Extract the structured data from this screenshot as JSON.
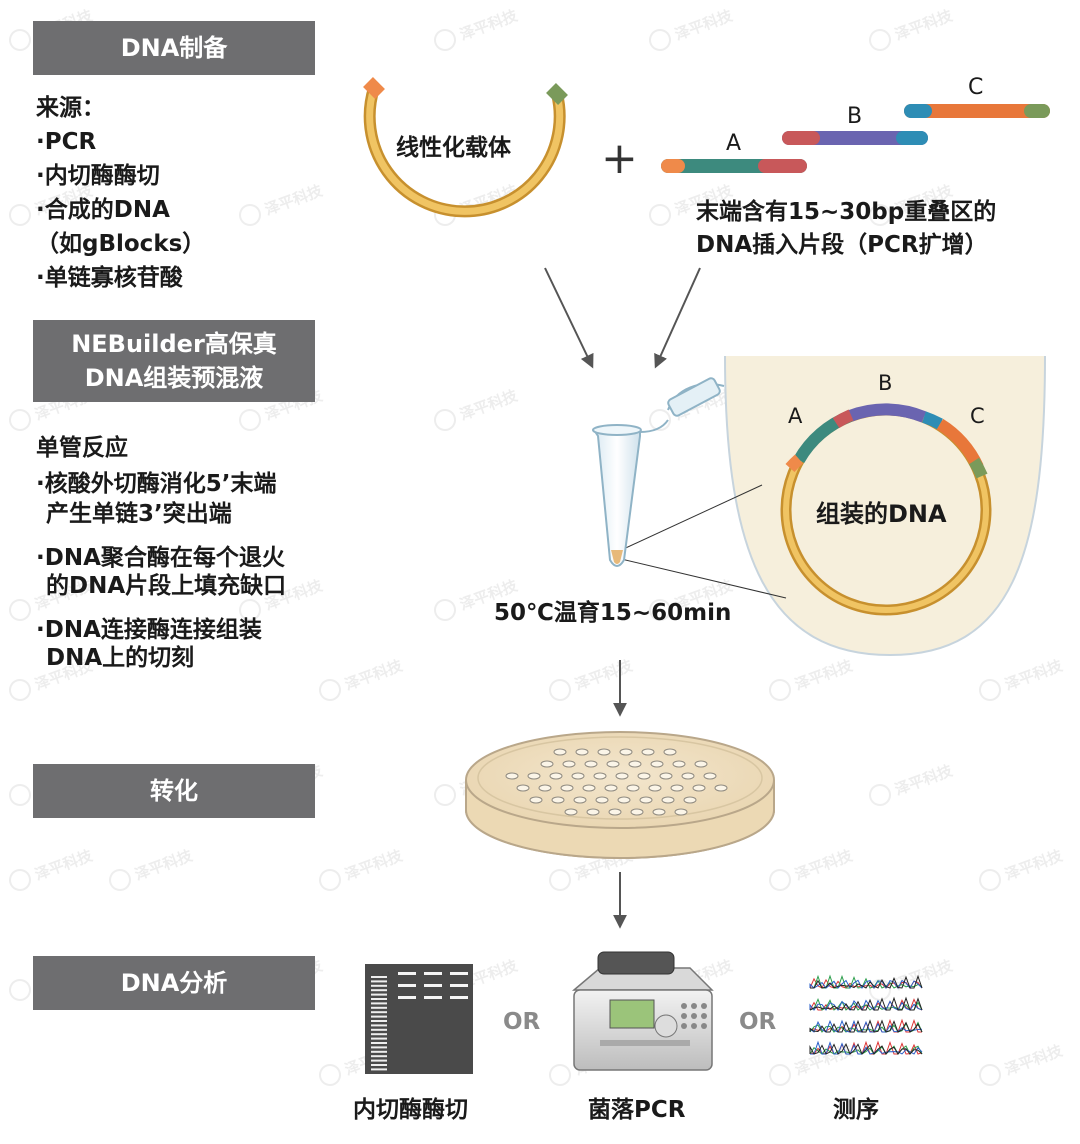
{
  "sections": {
    "prep": "DNA制备",
    "mix": [
      "NEBuilder高保真",
      "DNA组装预混液"
    ],
    "transform": "转化",
    "analysis": "DNA分析"
  },
  "source": {
    "title": "来源：",
    "items": [
      "·PCR",
      "·内切酶酶切",
      "·合成的DNA",
      "（如gBlocks）",
      "·单链寡核苷酸"
    ]
  },
  "reaction": {
    "title": "单管反应",
    "items": [
      "·核酸外切酶消化5’末端",
      "产生单链3’突出端",
      "·DNA聚合酶在每个退火",
      "的DNA片段上填充缺口",
      "·DNA连接酶连接组装",
      "DNA上的切刻"
    ]
  },
  "diagram": {
    "vector_label": "线性化载体",
    "plus": "+",
    "fragments": [
      "A",
      "B",
      "C"
    ],
    "insert_caption": [
      "末端含有15~30bp重叠区的",
      "DNA插入片段（PCR扩增）"
    ],
    "incubation": "50℃温育15~60min",
    "assembled_label": "组装的DNA",
    "or": "OR",
    "methods": [
      "内切酶酶切",
      "菌落PCR",
      "测序"
    ]
  },
  "watermark": "泽平科技",
  "colors": {
    "bar": "#6e6e70",
    "vector": "#e3b04a",
    "frag_a_end": "#ef8a4a",
    "frag_teal": "#3d8a7e",
    "frag_red": "#c8585a",
    "frag_purple": "#6a64b0",
    "frag_blue": "#2e8db5",
    "frag_orange": "#e8773a",
    "frag_green": "#7a9a5a",
    "zoom_bg": "#f6efdc"
  }
}
